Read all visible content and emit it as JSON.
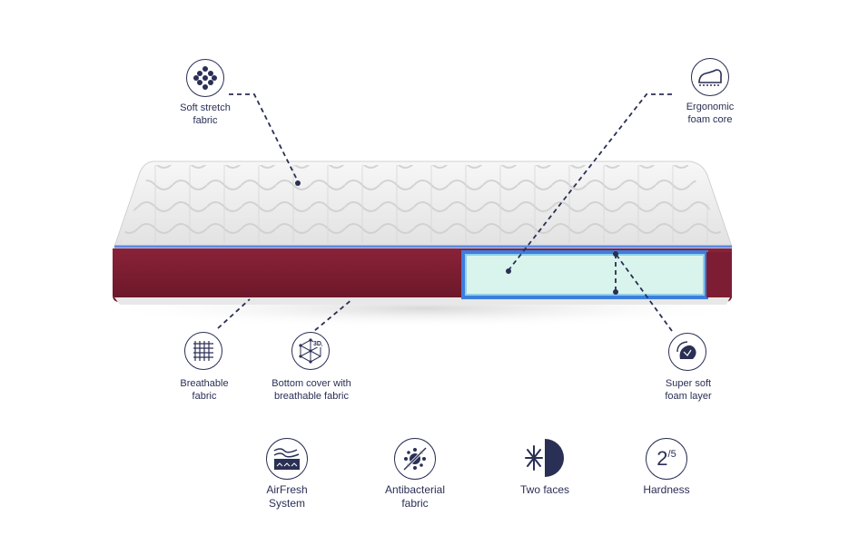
{
  "features": {
    "soft_stretch": "Soft stretch\nfabric",
    "ergonomic": "Ergonomic\nfoam core",
    "breathable": "Breathable\nfabric",
    "bottom_cover": "Bottom cover with\nbreathable fabric",
    "super_soft": "Super soft\nfoam layer"
  },
  "bottom_features": {
    "airfresh": "AirFresh\nSystem",
    "antibacterial": "Antibacterial\nfabric",
    "two_faces": "Two faces",
    "hardness": "Hardness"
  },
  "hardness_value": {
    "num": "2",
    "den": "/5"
  },
  "bottom_cover_icon_text": "3D",
  "colors": {
    "navy": "#2a2f55",
    "bordeaux": "#7a1d33",
    "foam": "#d9f4ec",
    "foam_edge": "#3d7ede"
  }
}
